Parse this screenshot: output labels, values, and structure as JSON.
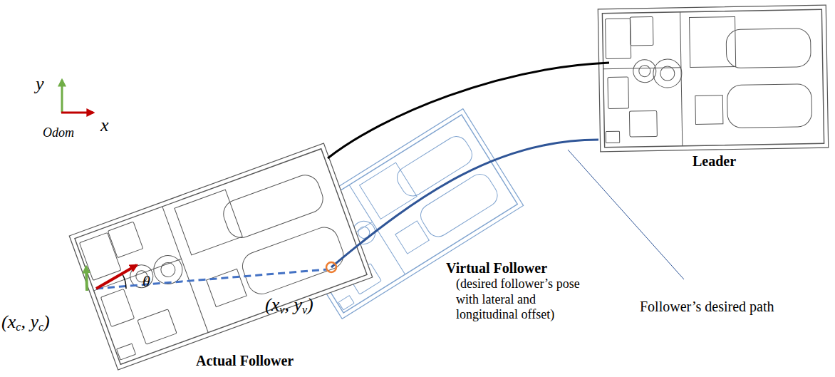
{
  "diagram": {
    "labels": [
      "y",
      "x",
      "Odom",
      "(xc, yc)",
      "θ",
      "(xv, yv)",
      "Actual Follower",
      "Virtual Follower",
      "(desired follower’s pose with lateral and longitudinal offset)",
      "Leader",
      "Follower’s desired path"
    ]
  }
}
